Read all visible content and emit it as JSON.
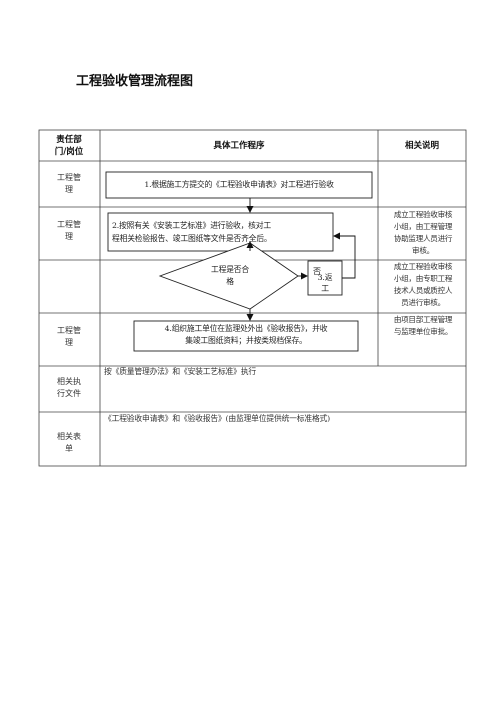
{
  "title": "工程验收管理流程图",
  "table": {
    "headers": {
      "dept_line1": "责任部",
      "dept_line2": "门/岗位",
      "procedure": "具体工作程序",
      "notes": "相关说明"
    },
    "rows": [
      {
        "dept_l1": "工程管",
        "dept_l2": "理",
        "note_lines": []
      },
      {
        "dept_l1": "工程管",
        "dept_l2": "理",
        "note_lines": [
          "成立工程验收审核",
          "小组，由工程管理",
          "协助监理人员进行",
          "审核。"
        ]
      },
      {
        "dept_l1": "",
        "dept_l2": "",
        "note_lines": [
          "成立工程验收审核",
          "小组，由专职工程",
          "技术人员或质控人",
          "员进行审核。"
        ]
      },
      {
        "dept_l1": "工程管",
        "dept_l2": "理",
        "note_lines": [
          "由项目部工程管理",
          "与监理单位审批。"
        ]
      }
    ],
    "related_files": {
      "label_l1": "相关执",
      "label_l2": "行文件",
      "content": "按《质量管理办法》和《安装工艺标准》执行"
    },
    "related_forms": {
      "label_l1": "相关表",
      "label_l2": "单",
      "content": "《工程验收申请表》和《验收报告》(由监理单位提供统一标准格式)"
    }
  },
  "flow": {
    "step1": "1.根据施工方提交的《工程验收申请表》对工程进行验收",
    "step2_l1": "2.按照有关《安装工艺标准》进行验收，核对工",
    "step2_l2": "程相关检验报告、竣工图纸等文件是否齐全后。",
    "decision_l1": "工程是否合",
    "decision_l2": "格",
    "no_label": "否",
    "step3_l1": "3.返",
    "step3_l2": "工",
    "step4_l1": "4.组织施工单位在监理处外出《验收报告》，并收",
    "step4_l2": "集竣工图纸资料；并按类规档保存。"
  }
}
